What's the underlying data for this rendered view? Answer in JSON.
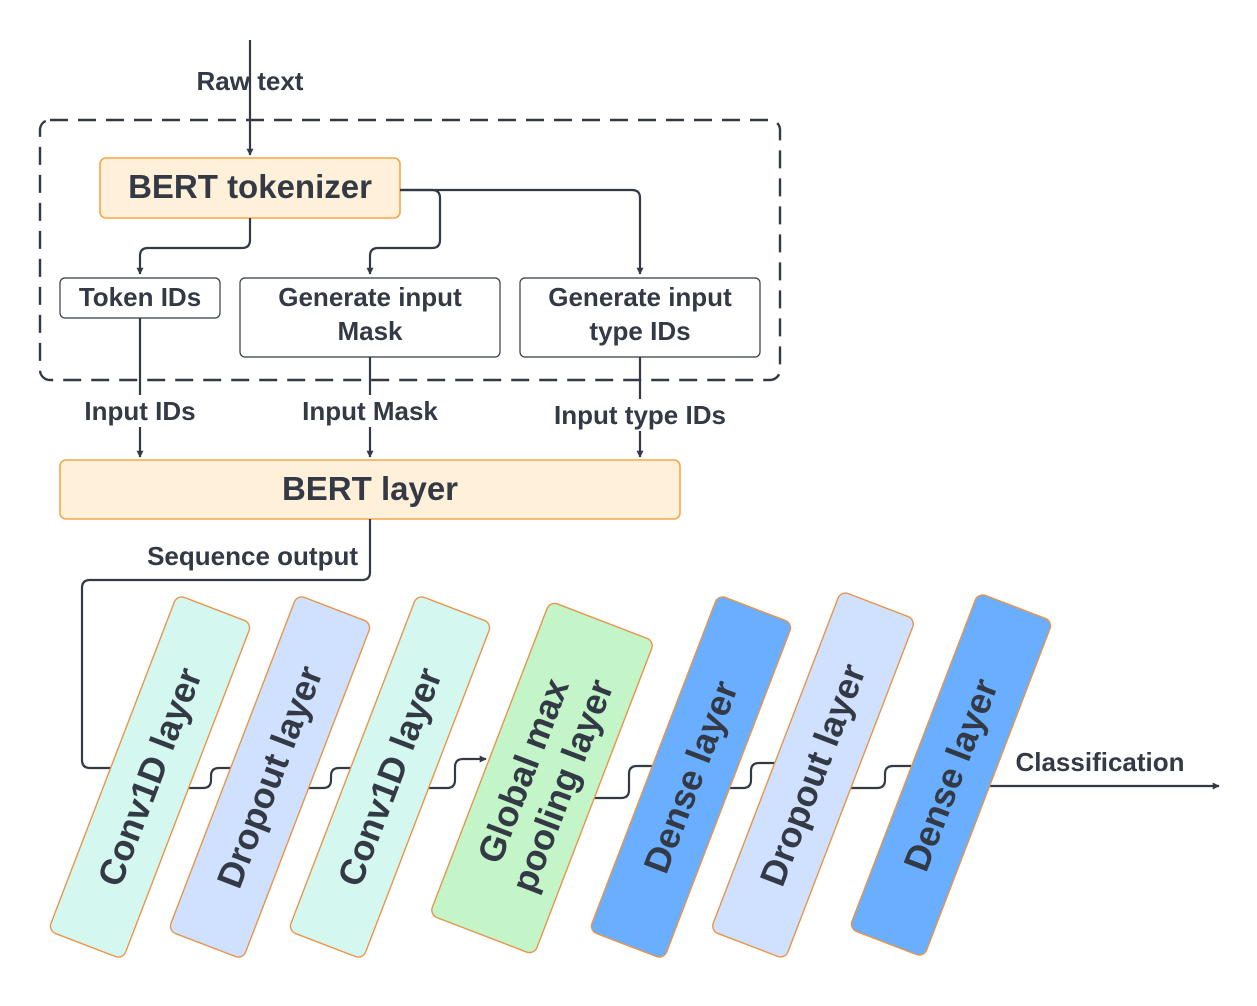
{
  "title": "",
  "nodes": {
    "bert_tokenizer": "BERT tokenizer",
    "token_ids": "Token IDs",
    "generate_input_mask": [
      "Generate input",
      "Mask"
    ],
    "generate_input_type_ids": [
      "Generate input",
      "type IDs"
    ],
    "bert_layer": "BERT layer",
    "conv1d_layer_1": "Conv1D layer",
    "dropout_layer_1": "Dropout layer",
    "conv1d_layer_2": "Conv1D layer",
    "global_max_pooling_layer": [
      "Global max",
      "pooling layer"
    ],
    "dense_layer_1": "Dense layer",
    "dropout_layer_2": "Dropout layer",
    "dense_layer_2": "Dense layer"
  },
  "edges": {
    "raw_text": "Raw text",
    "input_ids": "Input IDs",
    "input_mask": "Input Mask",
    "input_type_ids": "Input type IDs",
    "sequence_output": "Sequence output",
    "classification": "Classification"
  },
  "colors": {
    "stroke_dark": "#333a45",
    "tokenizer_fill": "#fff1d9",
    "tokenizer_border": "#f5a64a",
    "conv_fill": "#d4f8ef",
    "dropout_fill": "#cfe1ff",
    "pool_fill": "#c3f5c8",
    "dense_fill": "#6aaeff",
    "layer_border": "#e8954a"
  }
}
